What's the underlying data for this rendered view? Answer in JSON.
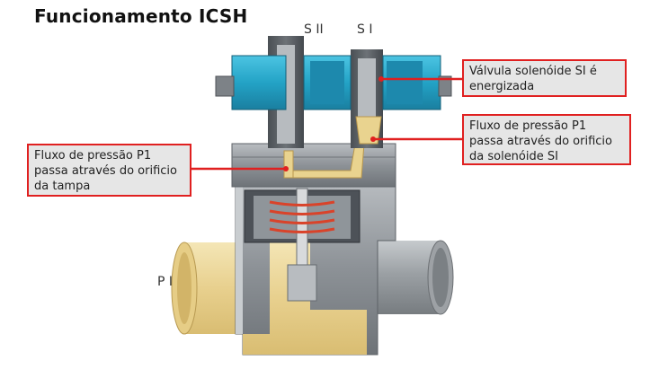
{
  "title": "Funcionamento ICSH",
  "labels": {
    "sii": "S II",
    "si": "S I",
    "p1": "P I"
  },
  "callouts": {
    "solenoid_si": [
      "Válvula solenóide SI é",
      "energizada"
    ],
    "flow_si": [
      "Fluxo de pressão P1",
      "passa através do orificio",
      "da solenóide SI"
    ],
    "flow_cap": [
      "Fluxo de pressão P1",
      "passa através do orificio",
      "da tampa"
    ]
  },
  "colors": {
    "callout_border": "#e02020",
    "callout_bg": "#e6e6e6",
    "coil_blue": "#2aa7c9",
    "body_grey": "#8a8f94",
    "pressure_yellow": "#ecd79a",
    "spring_red": "#d9432a"
  }
}
